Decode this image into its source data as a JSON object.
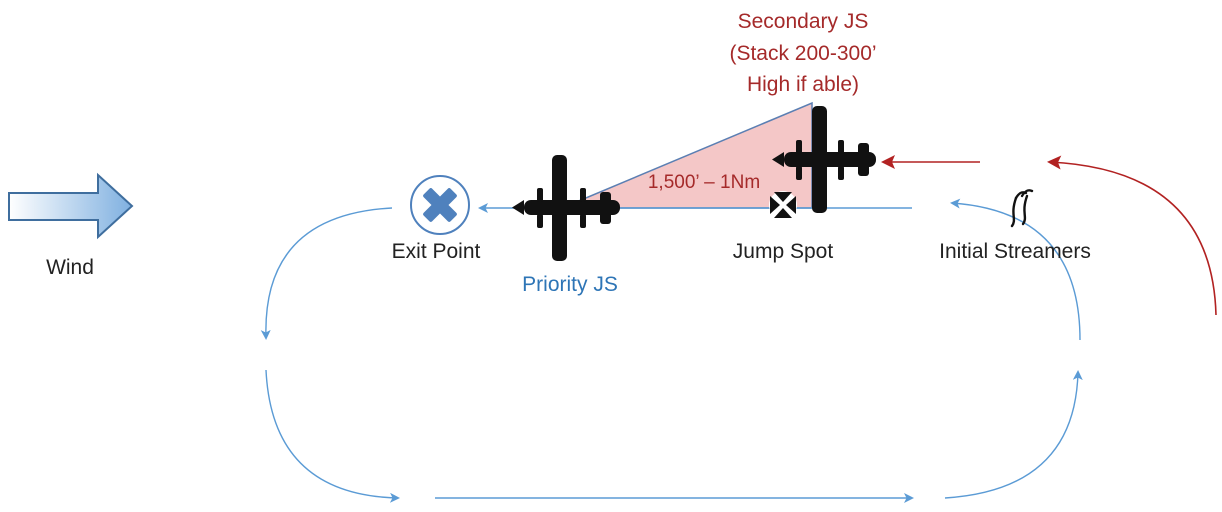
{
  "labels": {
    "wind": "Wind",
    "exit_point": "Exit Point",
    "priority_js": "Priority JS",
    "jump_spot": "Jump Spot",
    "initial_streamers": "Initial Streamers",
    "distance": "1,500’ – 1Nm",
    "secondary_js_line1": "Secondary JS",
    "secondary_js_line2": "(Stack 200-300’",
    "secondary_js_line3": "High if able)"
  },
  "colors": {
    "pattern_blue": "#5b9bd5",
    "label_blue": "#2e75b6",
    "approach_red": "#b22222",
    "offset_fill": "#f4c7c7",
    "aircraft": "#111111",
    "exit_x": "#4f81bd"
  },
  "icons": {
    "wind": "wind-arrow-icon",
    "exit": "x-mark-icon",
    "jump_spot": "maltese-cross-icon",
    "streamers": "streamer-icon",
    "aircraft": "airplane-icon"
  }
}
